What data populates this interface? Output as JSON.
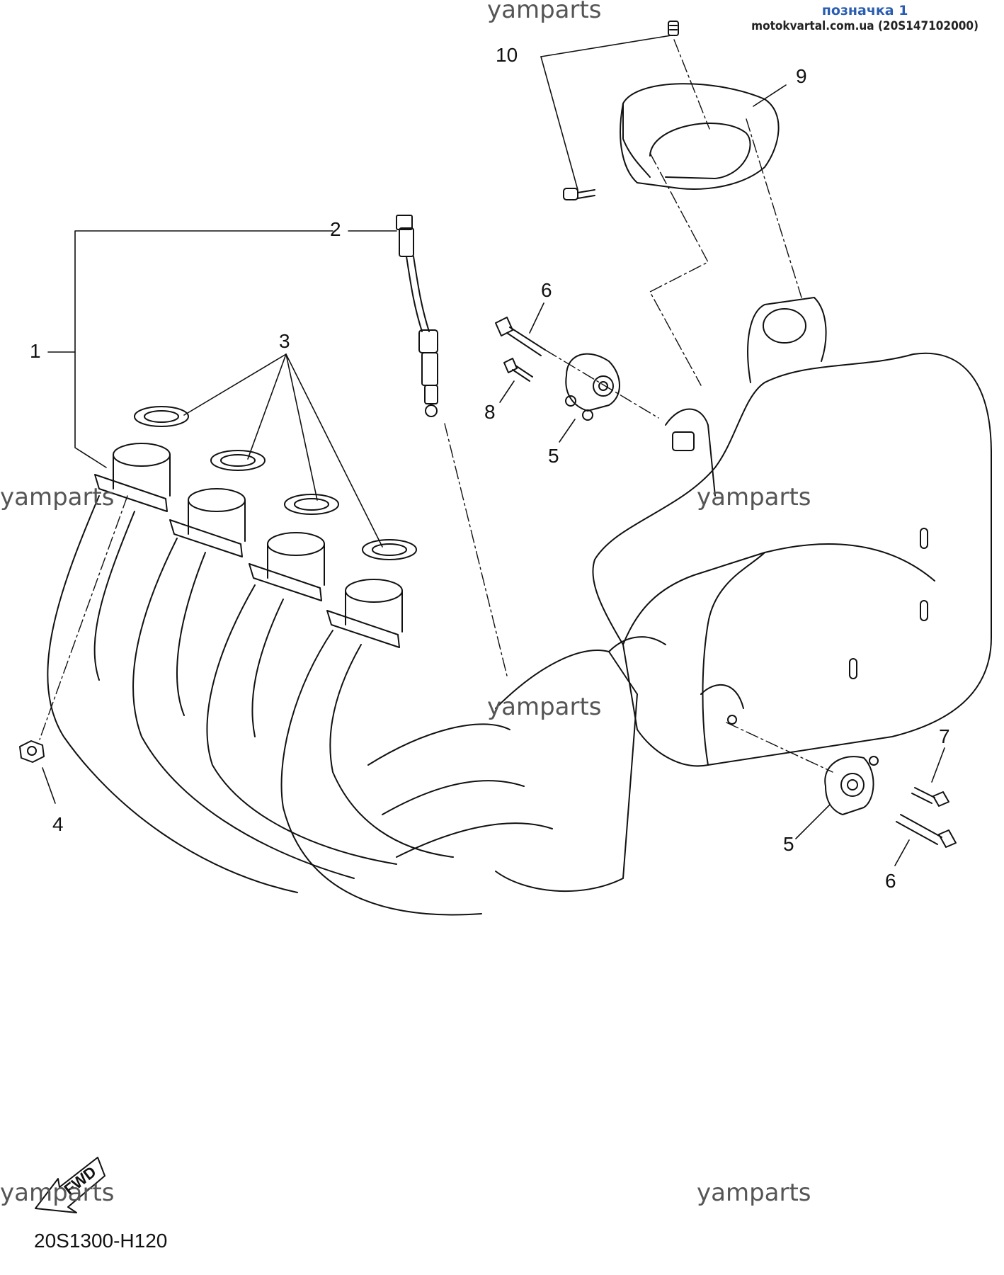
{
  "header": {
    "watermark_top": "yamparts",
    "bookmark_title": "позначка 1",
    "bookmark_source": "motokvartal.com.ua (20S147102000)"
  },
  "callouts": {
    "c1": "1",
    "c2": "2",
    "c3": "3",
    "c4": "4",
    "c5a": "5",
    "c5b": "5",
    "c6a": "6",
    "c6b": "6",
    "c7": "7",
    "c8": "8",
    "c9": "9",
    "c10": "10"
  },
  "watermarks": {
    "left_mid": "yamparts",
    "center_mid": "yamparts",
    "center_low": "yamparts",
    "bottom_left": "yamparts",
    "bottom_right": "yamparts"
  },
  "fwd_label": "FWD",
  "diagram_code": "20S1300-H120"
}
